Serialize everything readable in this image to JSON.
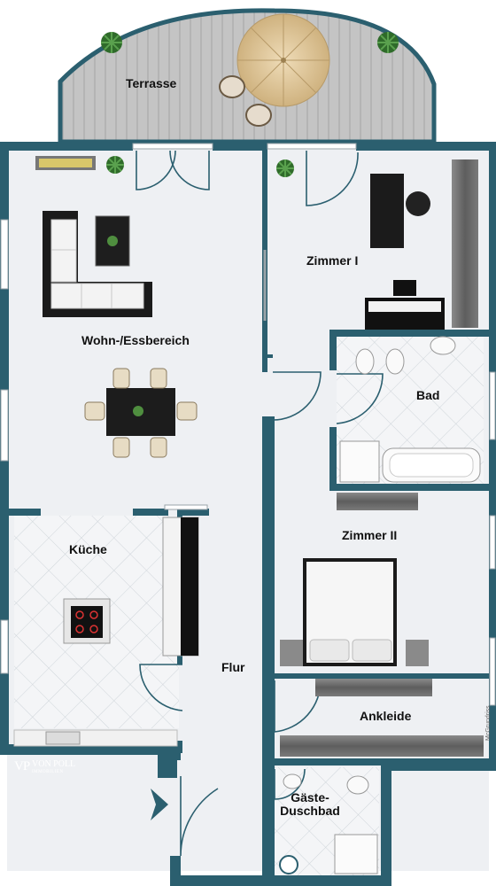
{
  "rooms": {
    "terrace": "Terrasse",
    "living": "Wohn-/Essbereich",
    "room1": "Zimmer I",
    "bath": "Bad",
    "room2": "Zimmer II",
    "kitchen": "Küche",
    "hall": "Flur",
    "walkin": "Ankleide",
    "guest_bath_line1": "Gäste-",
    "guest_bath_line2": "Duschbad"
  },
  "logo": {
    "mark": "VP",
    "name": "VON POLL",
    "sub": "IMMOBILIEN"
  },
  "watermark": "McGrundriss",
  "colors": {
    "wall": "#2b5f6f",
    "floor": "#eef0f3",
    "deck": "#bdbdbd",
    "tile_line": "#d2d7dc"
  }
}
